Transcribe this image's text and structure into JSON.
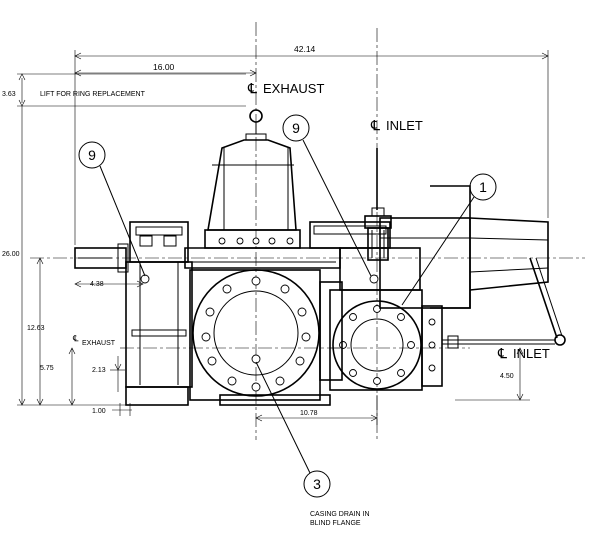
{
  "dimensions": {
    "overall_length": "42.14",
    "to_exhaust_centerline": "16.00",
    "lift_height": "3.63",
    "lift_note": "LIFT FOR RING REPLACEMENT",
    "overall_height": "26.00",
    "shaft_to_foot": "4.38",
    "exhaust_height": "12.63",
    "inlet_height": "5.75",
    "foot_height": "2.13",
    "foot_width": "1.00",
    "exhaust_to_inlet": "10.78",
    "inlet_right_height": "4.50"
  },
  "labels": {
    "exhaust_top": "EXHAUST",
    "inlet_top": "INLET",
    "exhaust_left": "EXHAUST",
    "inlet_right": "INLET",
    "cl_symbol": "℄",
    "drain_line1": "CASING DRAIN IN",
    "drain_line2": "BLIND FLANGE"
  },
  "balloons": {
    "left": "9",
    "top_center": "9",
    "inlet": "1",
    "drain": "3"
  }
}
